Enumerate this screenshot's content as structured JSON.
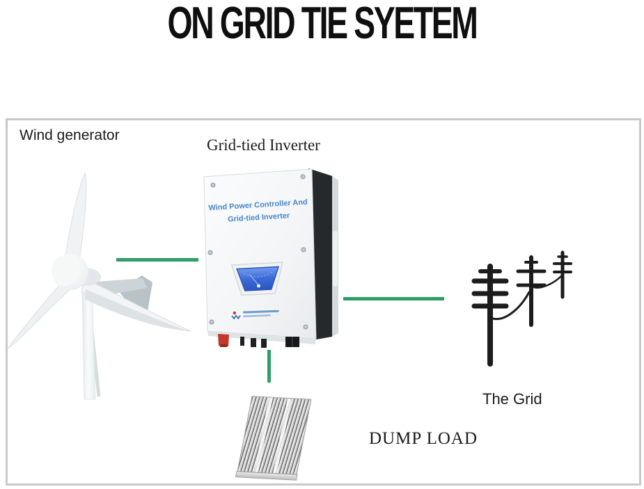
{
  "title": "ON GRID TIE SYETEM",
  "colors": {
    "connector_green": "#2f9e68",
    "title_black": "#0f0f0f",
    "box_border": "#c9c9c9",
    "inverter_text_blue": "#4a86c8",
    "grid_icon_black": "#1c1c1c"
  },
  "nodes": {
    "wind_generator": {
      "label": "Wind generator"
    },
    "inverter": {
      "label": "Grid-tied Inverter",
      "panel_line1": "Wind Power Controller And",
      "panel_line2": "Grid-tied Inverter"
    },
    "grid": {
      "label": "The Grid"
    },
    "dump_load": {
      "label": "DUMP LOAD"
    }
  },
  "icons": {
    "wind_turbine": "wind-turbine-icon",
    "inverter_unit": "inverter-device-icon",
    "utility_poles": "utility-poles-icon",
    "heatsink": "heatsink-resistor-icon"
  }
}
